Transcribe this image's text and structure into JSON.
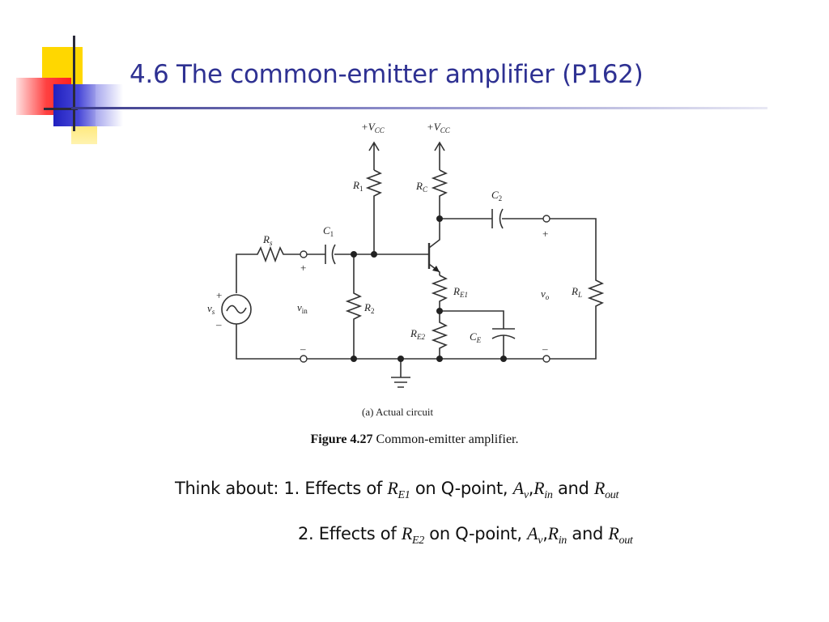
{
  "slide": {
    "title": "4.6 The common-emitter amplifier (P162)",
    "figure": {
      "labels": {
        "vcc_left": "+V",
        "vcc_right": "+V",
        "vcc_sub": "CC",
        "r1": "R",
        "r1_sub": "1",
        "rc": "R",
        "rc_sub": "C",
        "c2": "C",
        "c2_sub": "2",
        "c1": "C",
        "c1_sub": "1",
        "rs": "R",
        "rs_sub": "s",
        "re1": "R",
        "re1_sub": "E1",
        "r2": "R",
        "r2_sub": "2",
        "re2": "R",
        "re2_sub": "E2",
        "ce": "C",
        "ce_sub": "E",
        "rl": "R",
        "rl_sub": "L",
        "vs": "v",
        "vs_sub": "s",
        "vin": "v",
        "vin_sub": "in",
        "vo": "v",
        "vo_sub": "o",
        "plus": "+",
        "minus": "–"
      },
      "subcaption": "(a) Actual circuit",
      "caption_number": "Figure 4.27",
      "caption_text": " Common-emitter amplifier."
    },
    "think": {
      "line1_prefix": "Think about: 1. Effects of ",
      "line1_R": "R",
      "line1_R_sub": "E1",
      "line2_prefix": "2. Effects of ",
      "line2_R": "R",
      "line2_R_sub": "E2",
      "qpoint": " on Q-point, ",
      "Av": "A",
      "Av_sub": "v",
      "comma": ",",
      "Rin": "R",
      "Rin_sub": "in",
      "and": " and ",
      "Rout": "R",
      "Rout_sub": "out"
    },
    "colors": {
      "title": "#2e3192",
      "deco_yellow": "#ffd700",
      "deco_red": "#ff3030",
      "deco_blue": "#3333cc"
    }
  }
}
